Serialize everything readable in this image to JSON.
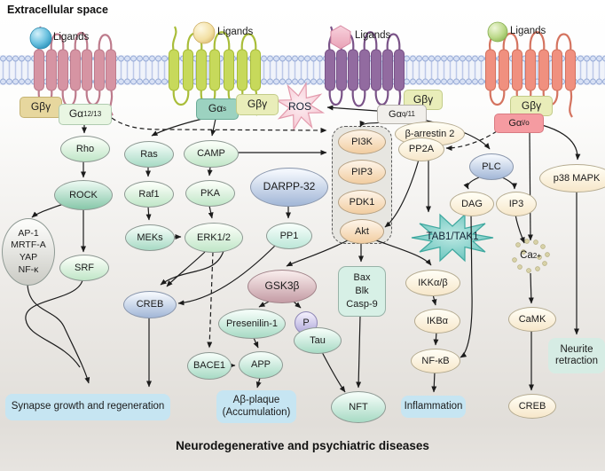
{
  "page": {
    "title": "Extracellular space",
    "bottom_title": "Neurodegenerative and psychiatric diseases"
  },
  "ligands_label": "Ligands",
  "g_proteins": {
    "gbg": "Gβγ",
    "ga12_13": {
      "base": "Gα",
      "sub": "12/13"
    },
    "gas": {
      "base": "Gα",
      "sub": "s"
    },
    "gaq11": {
      "base": "Gα",
      "sub": "q/11"
    },
    "gaio": {
      "base": "Gα",
      "sub": "i/o"
    }
  },
  "nodes": {
    "ros": "ROS",
    "rho": "Rho",
    "rock": "ROCK",
    "ap1_group": [
      "AP-1",
      "MRTF-A",
      "YAP",
      "NF-κ"
    ],
    "srf": "SRF",
    "ras": "Ras",
    "raf1": "Raf1",
    "meks": "MEKs",
    "erk12": "ERK1/2",
    "camp": "CAMP",
    "pka": "PKA",
    "creb_left": "CREB",
    "darpp32": "DARPP-32",
    "pp1": "PP1",
    "pi3k": "PI3K",
    "pip3": "PIP3",
    "pdk1": "PDK1",
    "akt": "Akt",
    "gsk3b": "GSK3β",
    "presenilin1": "Presenilin-1",
    "bace1": "BACE1",
    "app": "APP",
    "p": "P",
    "tau": "Tau",
    "bax_group": [
      "Bax",
      "Blk",
      "Casp-9"
    ],
    "nft": "NFT",
    "b_arrestin2": "β-arrestin 2",
    "pp2a": "PP2A",
    "plc": "PLC",
    "dag": "DAG",
    "ip3": "IP3",
    "tab1_tak1": "TAB1/TAK1",
    "ikkab": "IKKα/β",
    "ikba": "IKBα",
    "nfkb": "NF-κB",
    "inflammation": "Inflammation",
    "ca": {
      "base": "Ca",
      "sup": "2+"
    },
    "camk": "CaMK",
    "creb_right": "CREB",
    "p38_mapk": "p38 MAPK",
    "neurite_retraction": [
      "Neurite",
      "retraction"
    ],
    "synapse": "Synapse growth and regeneration",
    "abeta": [
      "Aβ-plaque",
      "(Accumulation)"
    ]
  },
  "colors": {
    "membrane_head": "#d7e0f4",
    "receptor1": "#d694a3",
    "receptor2": "#c7d95b",
    "receptor3": "#926ba0",
    "receptor4": "#f0907f",
    "ros_star": "#f9d3dc",
    "tab_star": "#6ec9c2",
    "outcome_box": "#c6e5f2",
    "akt_module_bg": "#e7e6e1"
  }
}
